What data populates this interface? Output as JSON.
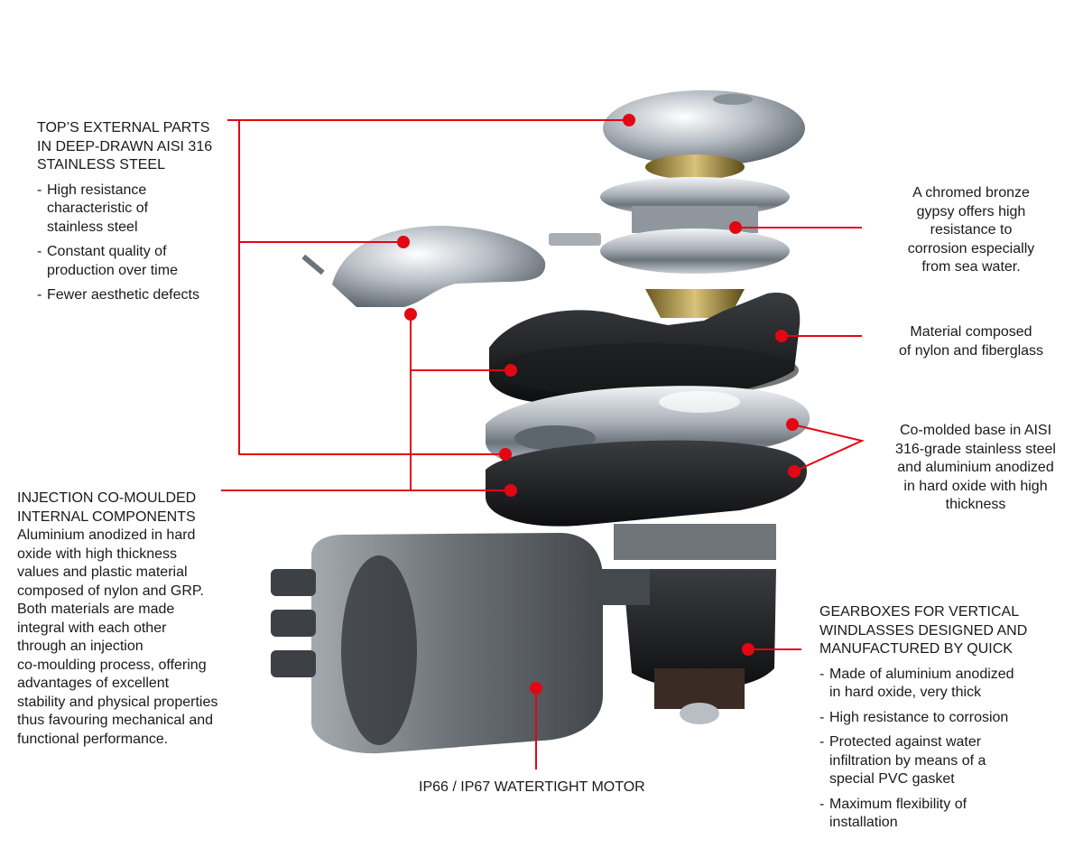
{
  "callouts": {
    "top_parts": {
      "heading": [
        "TOP’S EXTERNAL PARTS",
        "IN DEEP-DRAWN AISI 316",
        "STAINLESS STEEL"
      ],
      "bullets": [
        [
          "High resistance",
          "characteristic of",
          "stainless steel"
        ],
        [
          "Constant quality of",
          "production over time"
        ],
        [
          "Fewer aesthetic defects"
        ]
      ]
    },
    "gypsy": [
      "A chromed bronze",
      "gypsy offers high",
      "resistance to",
      "corrosion especially",
      "from sea water."
    ],
    "nylon": [
      "Material composed",
      "of nylon and fiberglass"
    ],
    "base": [
      "Co-molded base in AISI",
      "316-grade stainless steel",
      "and aluminium anodized",
      "in hard oxide with high",
      "thickness"
    ],
    "injection": {
      "heading": [
        "INJECTION CO-MOULDED",
        "INTERNAL COMPONENTS"
      ],
      "body": [
        "Aluminium anodized in hard",
        "oxide with high thickness",
        "values and plastic material",
        "composed of nylon and GRP.",
        "Both materials are made",
        "integral with each other",
        "through an injection",
        "co-moulding process, offering",
        "advantages of excellent",
        "stability and physical properties",
        "thus favouring mechanical and",
        "functional performance."
      ]
    },
    "gearboxes": {
      "heading": [
        "GEARBOXES FOR VERTICAL",
        "WINDLASSES DESIGNED AND",
        "MANUFACTURED BY QUICK"
      ],
      "bullets": [
        [
          "Made of aluminium anodized",
          "in hard oxide, very thick"
        ],
        [
          "High resistance to corrosion"
        ],
        [
          "Protected against water",
          "infiltration by means of a",
          "special PVC gasket"
        ],
        [
          "Maximum flexibility of",
          "installation"
        ]
      ]
    },
    "motor": "IP66 / IP67 WATERTIGHT MOTOR"
  },
  "colors": {
    "accent": "#e30613",
    "text": "#1a1a1a",
    "background": "#ffffff"
  }
}
